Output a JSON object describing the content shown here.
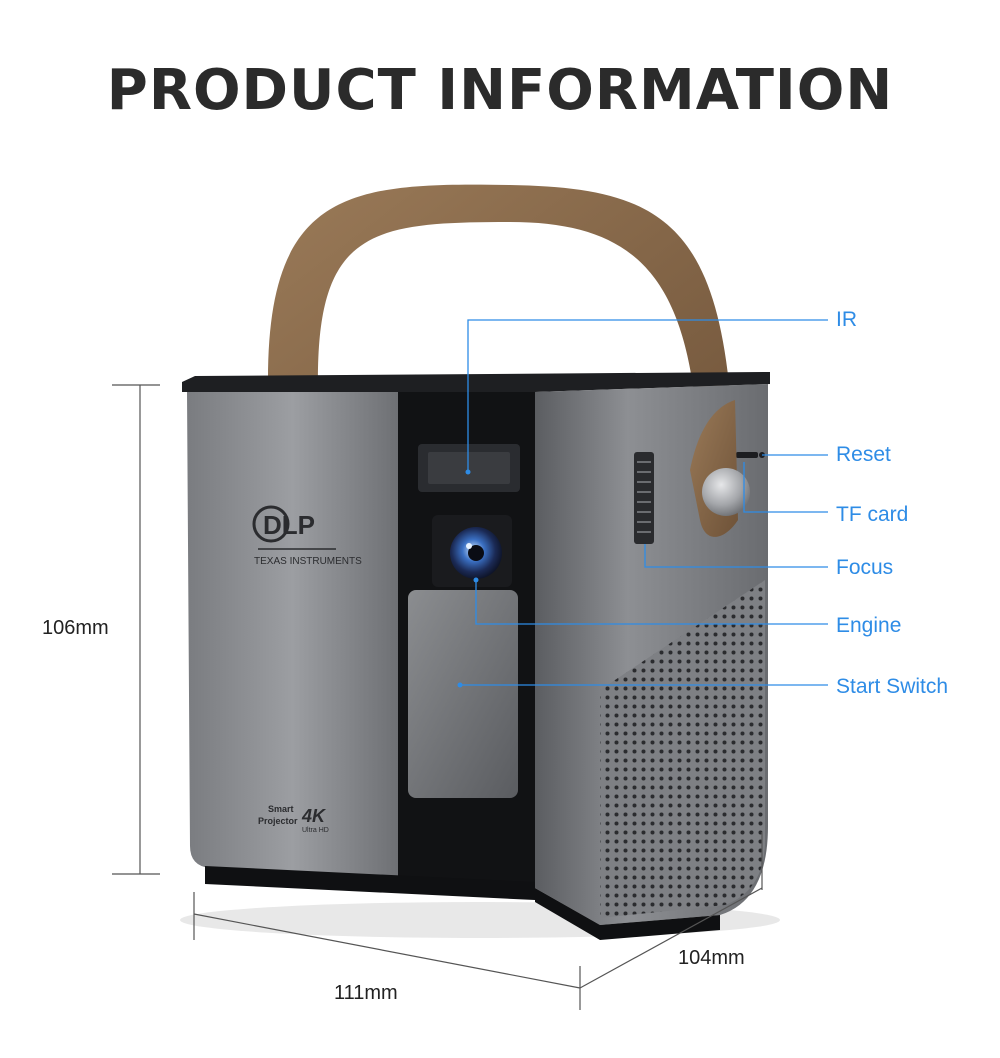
{
  "page": {
    "title": "PRODUCT INFORMATION"
  },
  "callouts": {
    "ir": "IR",
    "reset": "Reset",
    "tf_card": "TF card",
    "focus": "Focus",
    "engine": "Engine",
    "start_switch": "Start Switch"
  },
  "dimensions": {
    "height": "106mm",
    "width": "111mm",
    "depth": "104mm"
  },
  "product_markings": {
    "dlp_brand": "DLP",
    "dlp_maker": "TEXAS INSTRUMENTS",
    "smart_line1": "Smart",
    "smart_line2": "Projector",
    "k4": "4K",
    "ultra_hd": "Ultra HD"
  },
  "colors": {
    "callout_blue": "#2e8ce6",
    "title": "#2b2b2b",
    "body_silver": "#8a8c90",
    "strap_brown": "#8a6a4a"
  }
}
